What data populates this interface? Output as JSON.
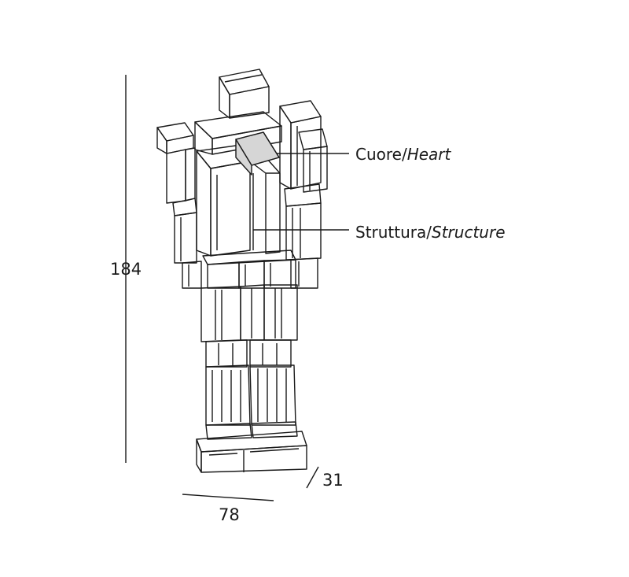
{
  "labels": {
    "heart": {
      "it": "Cuore/",
      "en": "Heart"
    },
    "structure": {
      "it": "Struttura/",
      "en": "Structure"
    }
  },
  "dimensions": {
    "height": "184",
    "width": "78",
    "depth": "31"
  },
  "colors": {
    "line": "#1a1a1a",
    "heart_fill": "#d6d6d6",
    "background": "#ffffff"
  }
}
